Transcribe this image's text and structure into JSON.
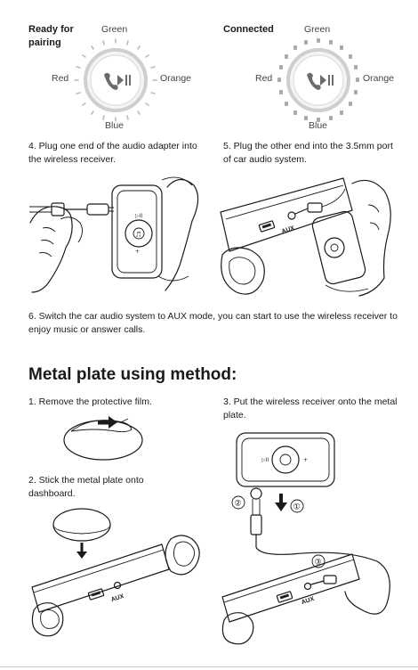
{
  "led_states": [
    {
      "title": "Ready for pairing",
      "green": "Green",
      "red": "Red",
      "orange": "Orange",
      "blue": "Blue"
    },
    {
      "title": "Connected",
      "green": "Green",
      "red": "Red",
      "orange": "Orange",
      "blue": "Blue"
    }
  ],
  "steps": {
    "step4": "4. Plug one end of the audio adapter into the wireless receiver.",
    "step5": "5. Plug the other end into the 3.5mm port of car audio system.",
    "step6": "6. Switch the car audio system to AUX mode, you can start to use the wireless receiver to enjoy music or answer calls."
  },
  "metal_plate": {
    "title": "Metal plate using method:",
    "step1": "1. Remove the protective film.",
    "step2": "2. Stick the metal plate onto dashboard.",
    "step3": "3. Put the wireless receiver onto the metal plate."
  },
  "diagram_labels": {
    "aux": "AUX",
    "callout_1": "①",
    "callout_2": "②",
    "callout_3": "③"
  }
}
